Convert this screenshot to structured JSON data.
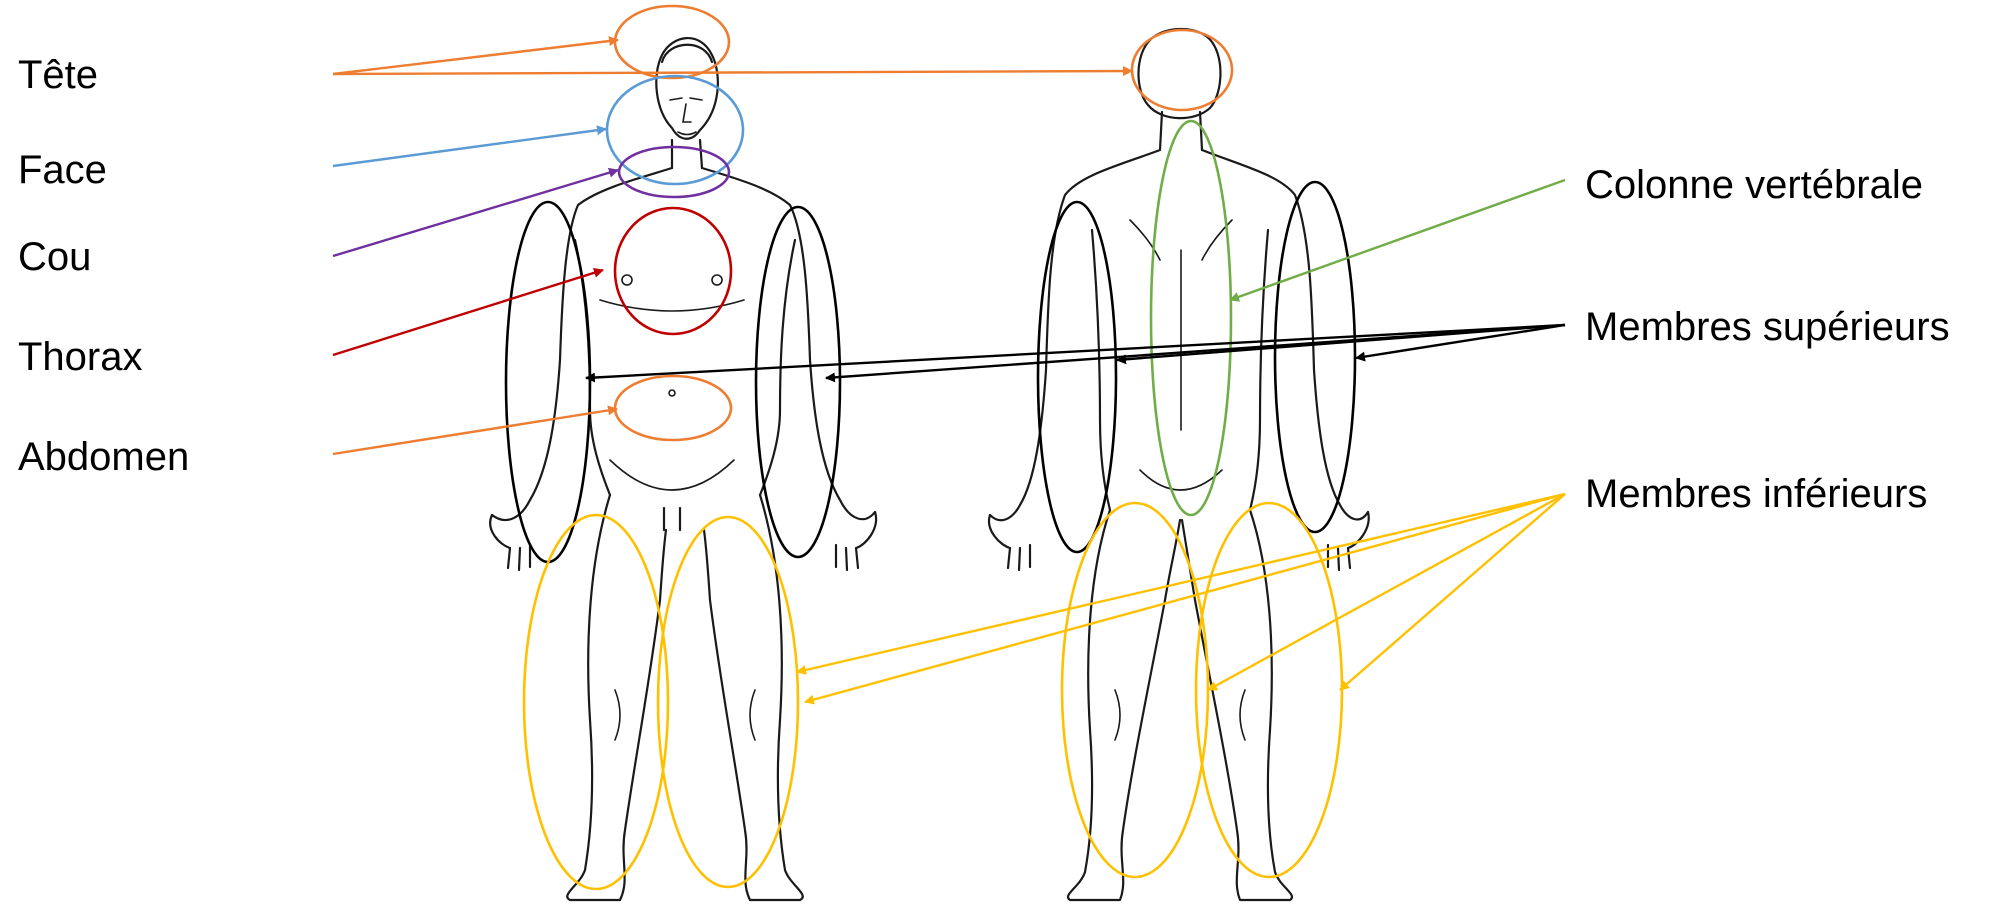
{
  "labels": {
    "tete": "Tête",
    "face": "Face",
    "cou": "Cou",
    "thorax": "Thorax",
    "abdomen": "Abdomen",
    "colonne": "Colonne vertébrale",
    "membres_superieurs": "Membres supérieurs",
    "membres_inferieurs": "Membres inférieurs"
  },
  "colors": {
    "tete": "#ED7D31",
    "face": "#5B9BD5",
    "cou": "#7030A0",
    "thorax": "#C00000",
    "abdomen": "#ED7D31",
    "colonne": "#70AD47",
    "membres_superieurs": "#000000",
    "membres_inferieurs": "#FFC000"
  }
}
